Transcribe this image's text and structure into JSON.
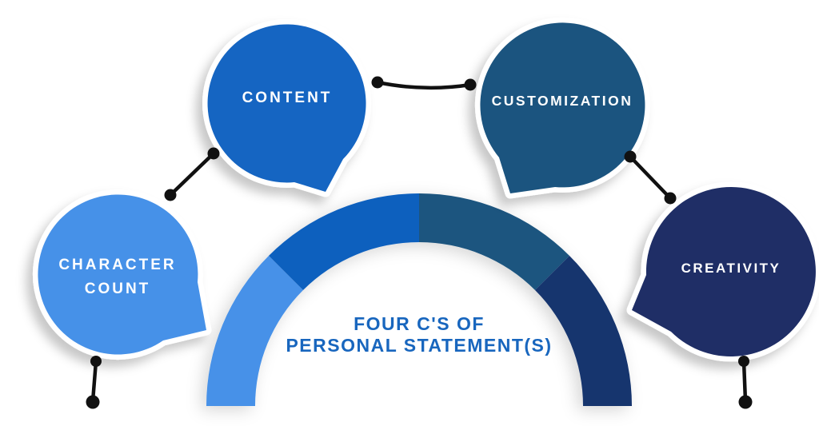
{
  "title": {
    "line1": "FOUR C'S OF",
    "line2": "PERSONAL STATEMENT(S)",
    "color": "#1866BE"
  },
  "bubbles": [
    {
      "id": "character-count",
      "label": "CHARACTER COUNT",
      "color": "#4691E8"
    },
    {
      "id": "content",
      "label": "CONTENT",
      "color": "#1565C2"
    },
    {
      "id": "customization",
      "label": "CUSTOMIZATION",
      "color": "#1B547F"
    },
    {
      "id": "creativity",
      "label": "CREATIVITY",
      "color": "#1F2E66"
    }
  ],
  "gauge": {
    "segments": [
      "#4691E8",
      "#1160BE",
      "#1B547F",
      "#16346E"
    ]
  },
  "connectors": {
    "color": "#111111"
  },
  "colors": {
    "background": "#FFFFFF",
    "bubble_border": "#FFFFFF",
    "label_text": "#FFFFFF"
  }
}
